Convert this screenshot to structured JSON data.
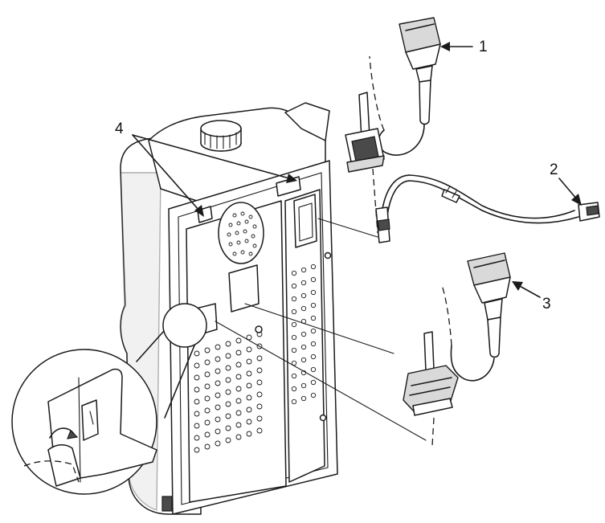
{
  "callouts": [
    {
      "label": "1",
      "target": "parallel-cable-connector"
    },
    {
      "label": "2",
      "target": "usb-cable-connector"
    },
    {
      "label": "3",
      "target": "serial-cable-connector"
    },
    {
      "label": "4",
      "target": "cable-clip"
    }
  ],
  "colors": {
    "line": "#1a1a1a",
    "shade": "#d9d9d9",
    "background": "#ffffff"
  }
}
